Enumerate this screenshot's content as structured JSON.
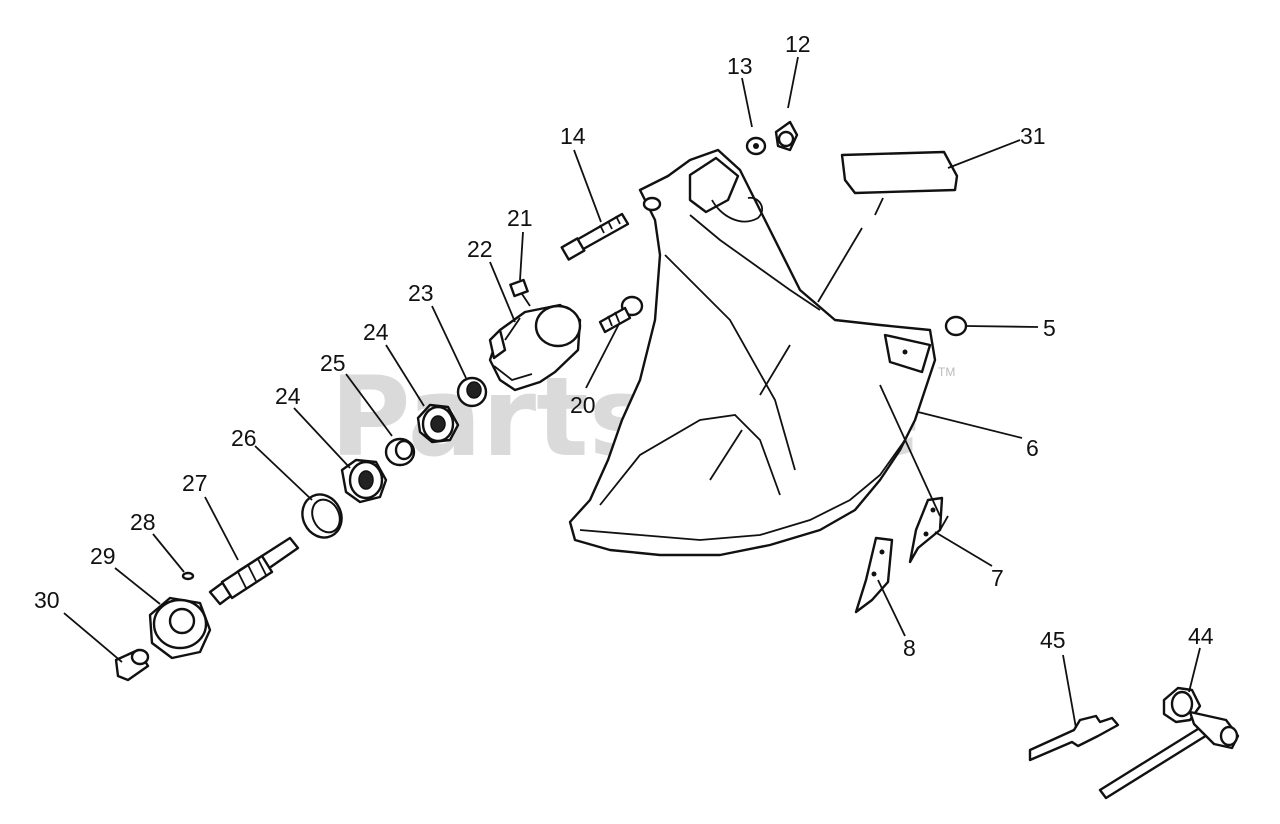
{
  "watermark": {
    "text": "PartsTree",
    "tm": "TM"
  },
  "callouts": [
    {
      "id": "12",
      "text": "12"
    },
    {
      "id": "13",
      "text": "13"
    },
    {
      "id": "14",
      "text": "14"
    },
    {
      "id": "31",
      "text": "31"
    },
    {
      "id": "21",
      "text": "21"
    },
    {
      "id": "22",
      "text": "22"
    },
    {
      "id": "23",
      "text": "23"
    },
    {
      "id": "24a",
      "text": "24"
    },
    {
      "id": "25",
      "text": "25"
    },
    {
      "id": "24b",
      "text": "24"
    },
    {
      "id": "20",
      "text": "20"
    },
    {
      "id": "5",
      "text": "5"
    },
    {
      "id": "6",
      "text": "6"
    },
    {
      "id": "26",
      "text": "26"
    },
    {
      "id": "27",
      "text": "27"
    },
    {
      "id": "28",
      "text": "28"
    },
    {
      "id": "29",
      "text": "29"
    },
    {
      "id": "30",
      "text": "30"
    },
    {
      "id": "7",
      "text": "7"
    },
    {
      "id": "8",
      "text": "8"
    },
    {
      "id": "45",
      "text": "45"
    },
    {
      "id": "44",
      "text": "44"
    }
  ]
}
